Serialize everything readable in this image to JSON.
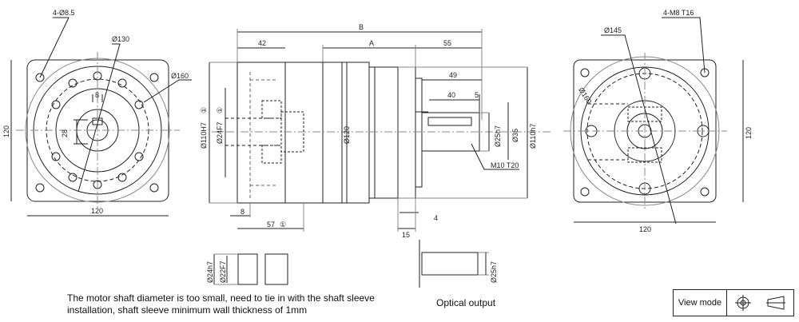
{
  "left_view": {
    "holes": "4-Ø8.5",
    "pcd_inner": "Ø130",
    "pcd_outer": "Ø160",
    "key_width": "8",
    "key_height": "28",
    "height": "120",
    "width": "120"
  },
  "side_view": {
    "total": "B",
    "a": "A",
    "left_len": "42",
    "right_len": "55",
    "out_49": "49",
    "out_40": "40",
    "out_5": "5",
    "bore_h7": "Ø110H7",
    "bore_f7": "Ø24F7",
    "body": "Ø120",
    "shaft": "Ø25h7",
    "collar": "Ø35",
    "spigot": "Ø110h7",
    "thread": "M10 T20",
    "b8": "8",
    "b57": "57",
    "b4": "4",
    "b15": "15",
    "circled_mark": "①"
  },
  "right_view": {
    "holes": "4-M8 T16",
    "pcd_145": "Ø145",
    "pcd_160": "Ø160",
    "height": "120",
    "width": "120"
  },
  "sleeve": {
    "outer": "Ø24h7",
    "inner": "Ø22F7"
  },
  "output": {
    "shaft": "Ø25h7",
    "caption": "Optical output"
  },
  "note": "The motor shaft diameter is too small, need to tie in with the shaft sleeve installation, shaft sleeve minimum wall thickness of 1mm",
  "viewmode": {
    "label": "View mode",
    "icon1": "first-angle-projection-icon"
  }
}
